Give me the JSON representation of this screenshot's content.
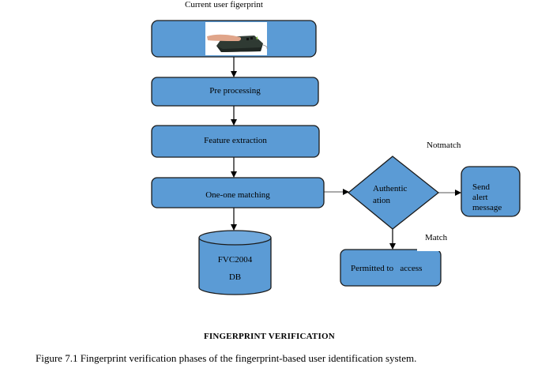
{
  "diagram": {
    "input_label": "Current user figerprint",
    "input_image": "fingerprint-scanner-photo",
    "steps": [
      {
        "id": "preprocessing",
        "label": "Pre processing"
      },
      {
        "id": "feature-extraction",
        "label": "Feature extraction"
      },
      {
        "id": "matching",
        "label": "One-one matching"
      }
    ],
    "database": {
      "line1": "FVC2004",
      "line2": "DB"
    },
    "decision": {
      "line1": "Authentic",
      "line2": "ation"
    },
    "not_match_label": "Notmatch",
    "match_label": "Match",
    "alert": {
      "line1": "Send",
      "line2": "alert",
      "line3": "message"
    },
    "permitted": {
      "label": "Permitted to   access"
    },
    "colors": {
      "fill": "#5b9bd5",
      "stroke": "#1a1a1a"
    }
  },
  "heading": "FINGERPRINT VERIFICATION",
  "caption": "Figure 7.1 Fingerprint verification phases of the fingerprint-based user identification system."
}
